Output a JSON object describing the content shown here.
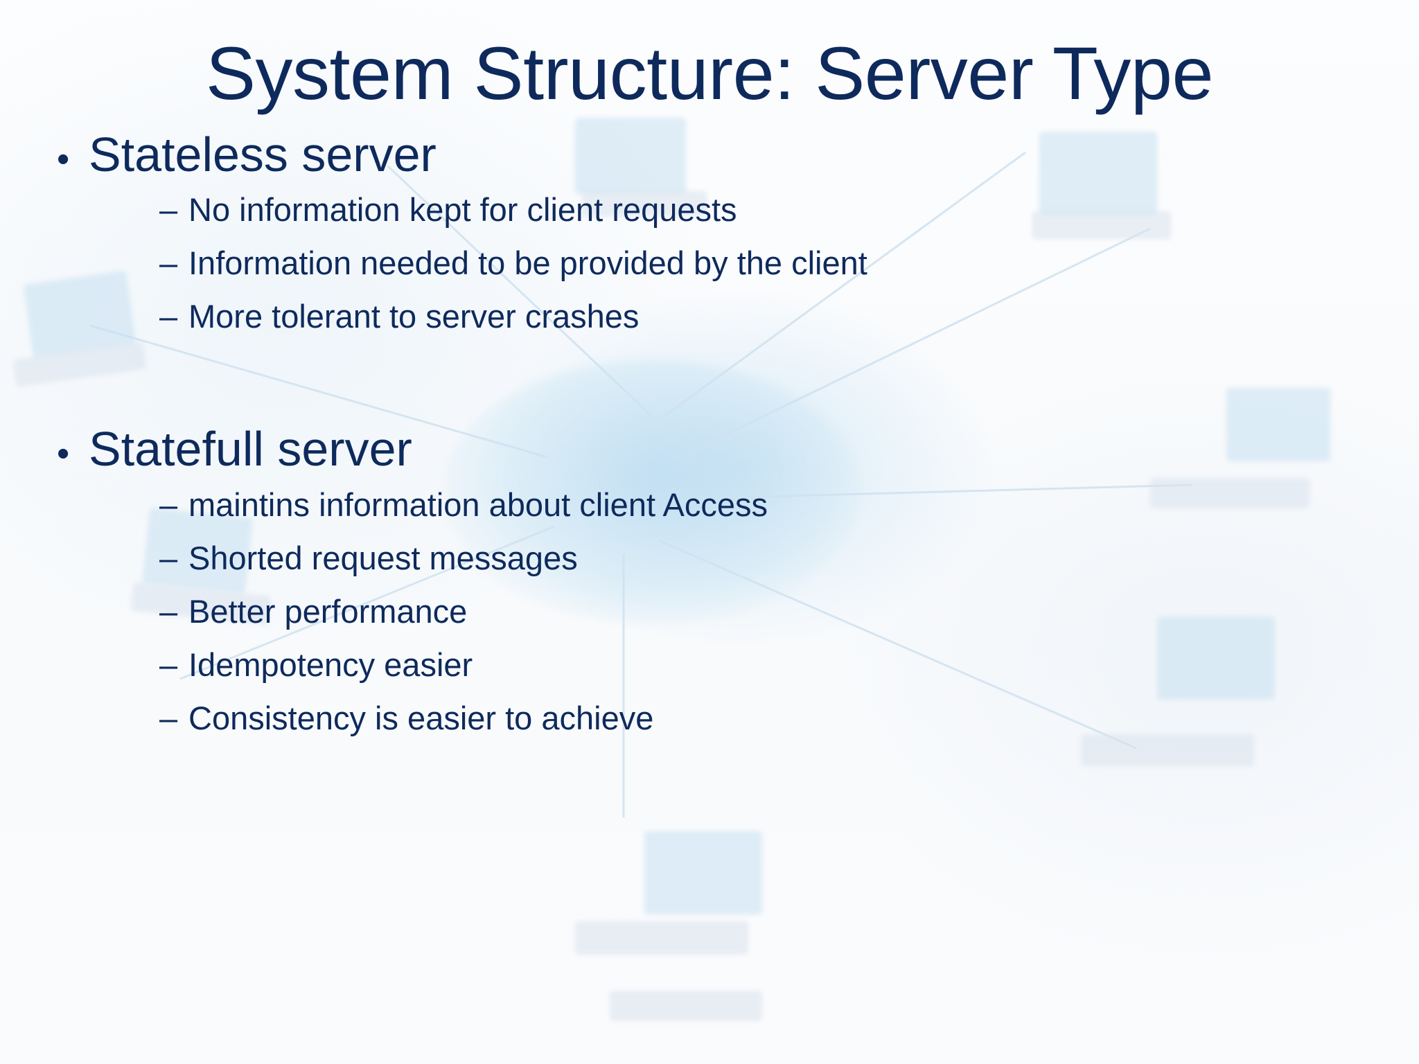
{
  "slide": {
    "title": "System Structure: Server Type",
    "bullet_marker": "•",
    "sub_bullet_marker": "–",
    "title_color": "#0e2a5c",
    "body_color": "#0e2a5c",
    "background_color": "#fbfcfd",
    "background_accent_color": "#bad9f0",
    "sections": [
      {
        "heading": "Stateless server",
        "items": [
          "No information kept for client requests",
          "Information needed to be provided by the client",
          "More tolerant to server crashes"
        ]
      },
      {
        "heading": "Statefull server",
        "items": [
          "maintins information about client Access",
          "Shorted request messages",
          "Better performance",
          "Idempotency easier",
          "Consistency is easier to achieve"
        ]
      }
    ]
  }
}
